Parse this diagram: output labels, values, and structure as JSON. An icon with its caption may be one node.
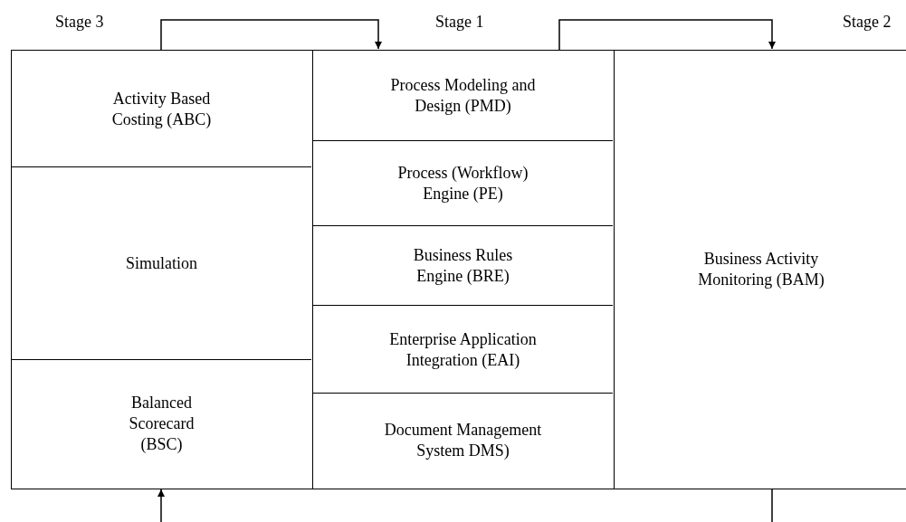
{
  "diagram": {
    "nodes": [
      {
        "text": [
          "Stage 3"
        ]
      },
      {
        "text": [
          "Activity Based Costing (ABC)"
        ],
        "in": 0
      },
      {
        "text": [
          "Simulation"
        ],
        "in": 0
      },
      {
        "text": [
          "Balanced Scorecard (BSC)"
        ],
        "in": 0
      },
      {
        "text": [
          "Stage 1"
        ]
      },
      {
        "text": [
          "Process Modeling and Design (PMD)"
        ],
        "in": 4
      },
      {
        "text": [
          "Process (Workflow) Engine (PE)"
        ],
        "in": 4
      },
      {
        "text": [
          "Business Rules Engine (BRE)"
        ],
        "in": 4
      },
      {
        "text": [
          "Enterprise Application Integration (EAI)"
        ],
        "in": 4
      },
      {
        "text": [
          "Document Management System DMS)"
        ],
        "in": 4
      },
      {
        "text": [
          "Stage 2",
          "Business Activity Monitoring (BAM)"
        ]
      }
    ],
    "edges": [
      {
        "from": 0,
        "to": 4,
        "arrow": "to"
      },
      {
        "from": 4,
        "to": 10,
        "arrow": "to"
      },
      {
        "from": 10,
        "to": null,
        "arrow": "none"
      },
      {
        "from": null,
        "to": 0,
        "arrow": "to"
      }
    ]
  }
}
